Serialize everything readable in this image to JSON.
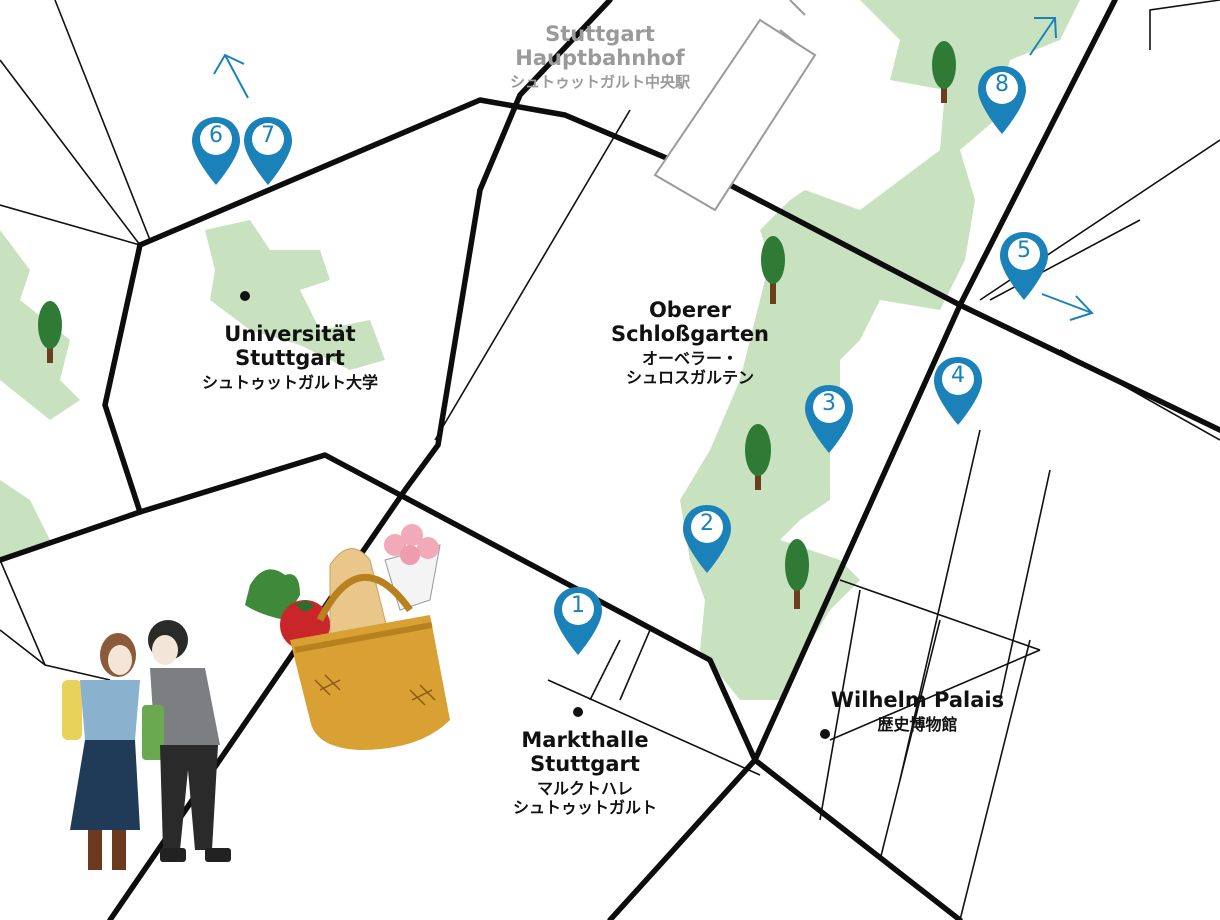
{
  "map": {
    "colors": {
      "park": "#c8e2c0",
      "road": "#0d0d0d",
      "pin": "#1a82b8",
      "arrow": "#1a82b8",
      "station_text": "#9a9a9a",
      "basket": "#d9a033"
    },
    "landmarks": [
      {
        "id": "station",
        "name_en": "Stuttgart\nHauptbahnhof",
        "name_jp": "シュトゥットガルト中央駅"
      },
      {
        "id": "university",
        "name_en": "Universität\nStuttgart",
        "name_jp": "シュトゥットガルト大学"
      },
      {
        "id": "schlossgarten",
        "name_en": "Oberer\nSchloßgarten",
        "name_jp": "オーベラー・\nシュロスガルテン"
      },
      {
        "id": "markthalle",
        "name_en": "Markthalle\nStuttgart",
        "name_jp": "マルクトハレ\nシュトゥットガルト"
      },
      {
        "id": "wilhelm",
        "name_en": "Wilhelm Palais",
        "name_jp": "歴史博物館"
      }
    ],
    "pins": [
      {
        "label": "1"
      },
      {
        "label": "2"
      },
      {
        "label": "3"
      },
      {
        "label": "4"
      },
      {
        "label": "5"
      },
      {
        "label": "6"
      },
      {
        "label": "7"
      },
      {
        "label": "8"
      }
    ],
    "icons": [
      "tree-icon",
      "market-basket-illustration",
      "couple-illustration",
      "direction-arrow-icon",
      "location-pin-icon"
    ]
  }
}
